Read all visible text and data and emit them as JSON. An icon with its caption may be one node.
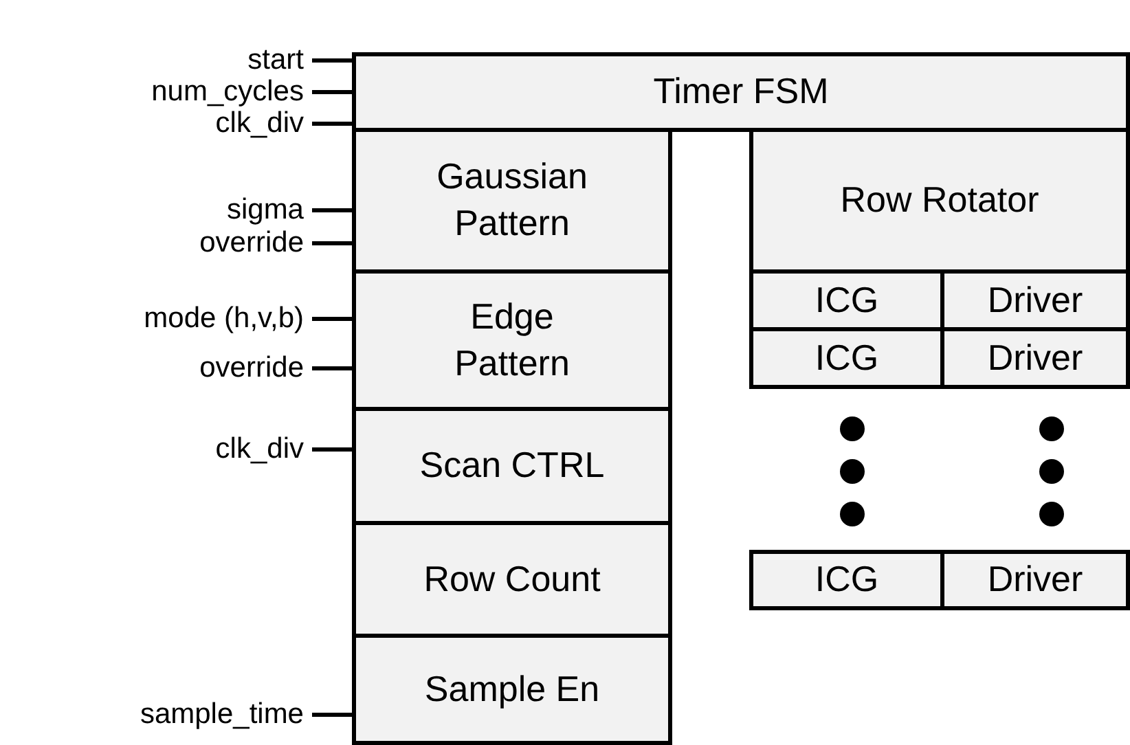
{
  "diagram": {
    "nodes": [
      {
        "text": [
          "Timer FSM"
        ]
      },
      {
        "text": [
          "Gaussian Pattern"
        ]
      },
      {
        "text": [
          "Edge Pattern"
        ]
      },
      {
        "text": [
          "Scan CTRL"
        ]
      },
      {
        "text": [
          "Row Count"
        ]
      },
      {
        "text": [
          "Sample En"
        ]
      },
      {
        "text": [
          "Row Rotator"
        ]
      },
      {
        "text": [
          "ICG"
        ]
      },
      {
        "text": [
          "Driver"
        ]
      },
      {
        "text": [
          "ICG"
        ]
      },
      {
        "text": [
          "Driver"
        ]
      },
      {
        "text": [
          "ICG"
        ]
      },
      {
        "text": [
          "Driver"
        ]
      },
      {
        "text": [
          "start"
        ]
      },
      {
        "text": [
          "num_cycles"
        ]
      },
      {
        "text": [
          "clk_div"
        ]
      },
      {
        "text": [
          "sigma"
        ]
      },
      {
        "text": [
          "override"
        ]
      },
      {
        "text": [
          "mode (h,v,b)"
        ]
      },
      {
        "text": [
          "override"
        ]
      },
      {
        "text": [
          "clk_div"
        ]
      },
      {
        "text": [
          "sample_time"
        ]
      }
    ],
    "edges": [
      {
        "from": 13,
        "to": 0,
        "arrow": "none"
      },
      {
        "from": 14,
        "to": 0,
        "arrow": "none"
      },
      {
        "from": 15,
        "to": 0,
        "arrow": "none"
      },
      {
        "from": 16,
        "to": 1,
        "arrow": "none"
      },
      {
        "from": 17,
        "to": 1,
        "arrow": "none"
      },
      {
        "from": 18,
        "to": 2,
        "arrow": "none"
      },
      {
        "from": 19,
        "to": 2,
        "arrow": "none"
      },
      {
        "from": 20,
        "to": 3,
        "arrow": "none"
      },
      {
        "from": 21,
        "to": 5,
        "arrow": "none"
      }
    ]
  }
}
